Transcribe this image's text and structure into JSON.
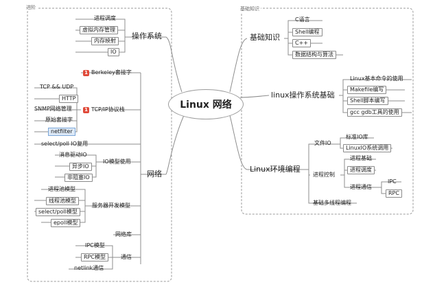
{
  "sections": {
    "left_title": "进阶",
    "right_title": "基础知识"
  },
  "center_topic": "Linux 网络",
  "left": {
    "os": {
      "label": "操作系统",
      "items": [
        "进程调度",
        "虚拟内存管理",
        "内存映射",
        "IO"
      ]
    },
    "network": {
      "label": "网络",
      "berkeley": "Berkeley套接字",
      "tcpip": {
        "label": "TCP/IP协议栈",
        "items": [
          "TCP && UDP",
          "HTTP",
          "SNMP网络管理",
          "原始套接字",
          "netfilter"
        ]
      },
      "select_poll": "select/poll IO复用",
      "io_model": {
        "label": "IO模型使用",
        "items": [
          "消息驱动IO",
          "异步IO",
          "非阻塞IO"
        ]
      },
      "server": {
        "label": "服务器开发模型",
        "items": [
          "进程池模型",
          "线程池模型",
          "select/poll模型",
          "epoll模型"
        ]
      },
      "netlib": "网络库",
      "comm": {
        "label": "通信",
        "items": [
          "IPC模型",
          "RPC模型",
          "netlink通信"
        ]
      }
    }
  },
  "right": {
    "basics": {
      "label": "基础知识",
      "items": [
        "C语言",
        "Shell编程",
        "C++",
        "数据结构与算法"
      ]
    },
    "linux_os": {
      "label": "linux操作系统基础",
      "items": [
        "Linux基本命令的使用",
        "Makefile编写",
        "Shell脚本编写",
        "gcc gdb工具的使用"
      ]
    },
    "env": {
      "label": "Linux环境编程",
      "file_io": {
        "label": "文件IO",
        "items": [
          "标准IO库",
          "LinuxIO系统调用"
        ]
      },
      "proc": {
        "label": "进程控制",
        "items": [
          "进程基础",
          "进程调度"
        ],
        "comm": {
          "label": "进程通信",
          "items": [
            "IPC",
            "RPC"
          ]
        }
      },
      "multithread": "基础多线程编程"
    }
  },
  "badge_text": "1",
  "colors": {
    "line": "#8c8c8c",
    "dash": "#9a9a9a",
    "highlight_bg": "#dde9f7",
    "badge": "#e04a3a"
  }
}
